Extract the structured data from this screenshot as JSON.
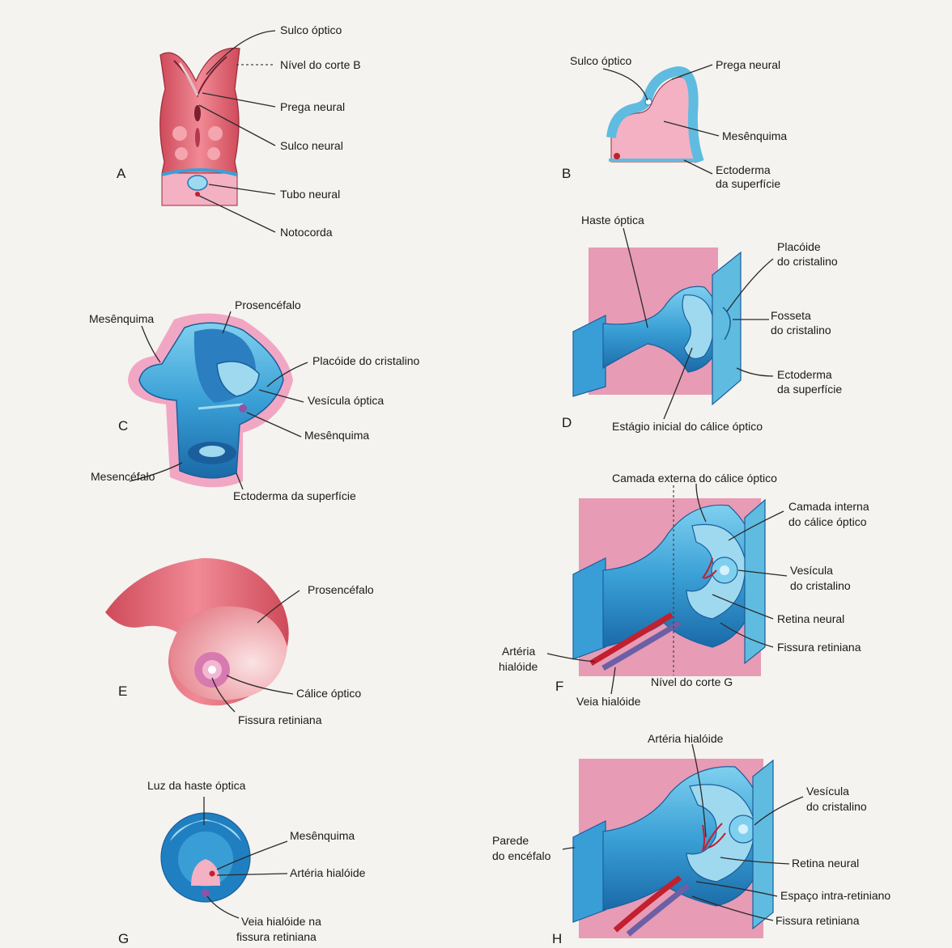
{
  "colors": {
    "pink_panel": "#e79bb5",
    "tissue_blue": "#5fbce0",
    "tissue_blue_dark": "#1f78b7",
    "light_blue": "#9fd9ef",
    "tissue_red": "#d95c6c",
    "artery": "#c2202e",
    "vein": "#6b5fa6"
  },
  "panels": {
    "A": {
      "letter": "A",
      "labels": [
        "Sulco óptico",
        "Nível do corte B",
        "Prega neural",
        "Sulco neural",
        "Tubo neural",
        "Notocorda"
      ]
    },
    "B": {
      "letter": "B",
      "labels": [
        "Sulco óptico",
        "Prega neural",
        "Mesênquima",
        "Ectoderma",
        "da superfície"
      ]
    },
    "C": {
      "letter": "C",
      "labels": [
        "Mesênquima",
        "Prosencéfalo",
        "Placóide do cristalino",
        "Vesícula óptica",
        "Mesênquima",
        "Mesencéfalo",
        "Ectoderma da superfície"
      ]
    },
    "D": {
      "letter": "D",
      "labels": [
        "Haste óptica",
        "Placóide",
        "do cristalino",
        "Fosseta",
        "do cristalino",
        "Ectoderma",
        "da superfície",
        "Estágio inicial do cálice óptico"
      ]
    },
    "E": {
      "letter": "E",
      "labels": [
        "Prosencéfalo",
        "Cálice óptico",
        "Fissura retiniana"
      ]
    },
    "F": {
      "letter": "F",
      "labels": [
        "Camada externa do cálice óptico",
        "Camada interna",
        "do cálice óptico",
        "Vesícula",
        "do cristalino",
        "Retina neural",
        "Fissura retiniana",
        "Artéria",
        "hialóide",
        "Nível do corte G",
        "Veia hialóide"
      ]
    },
    "G": {
      "letter": "G",
      "labels": [
        "Luz da haste óptica",
        "Mesênquima",
        "Artéria hialóide",
        "Veia hialóide na",
        "fissura retiniana"
      ]
    },
    "H": {
      "letter": "H",
      "labels": [
        "Artéria hialóide",
        "Vesícula",
        "do cristalino",
        "Parede",
        "do encéfalo",
        "Retina neural",
        "Espaço intra-retiniano",
        "Fissura retiniana"
      ]
    }
  }
}
